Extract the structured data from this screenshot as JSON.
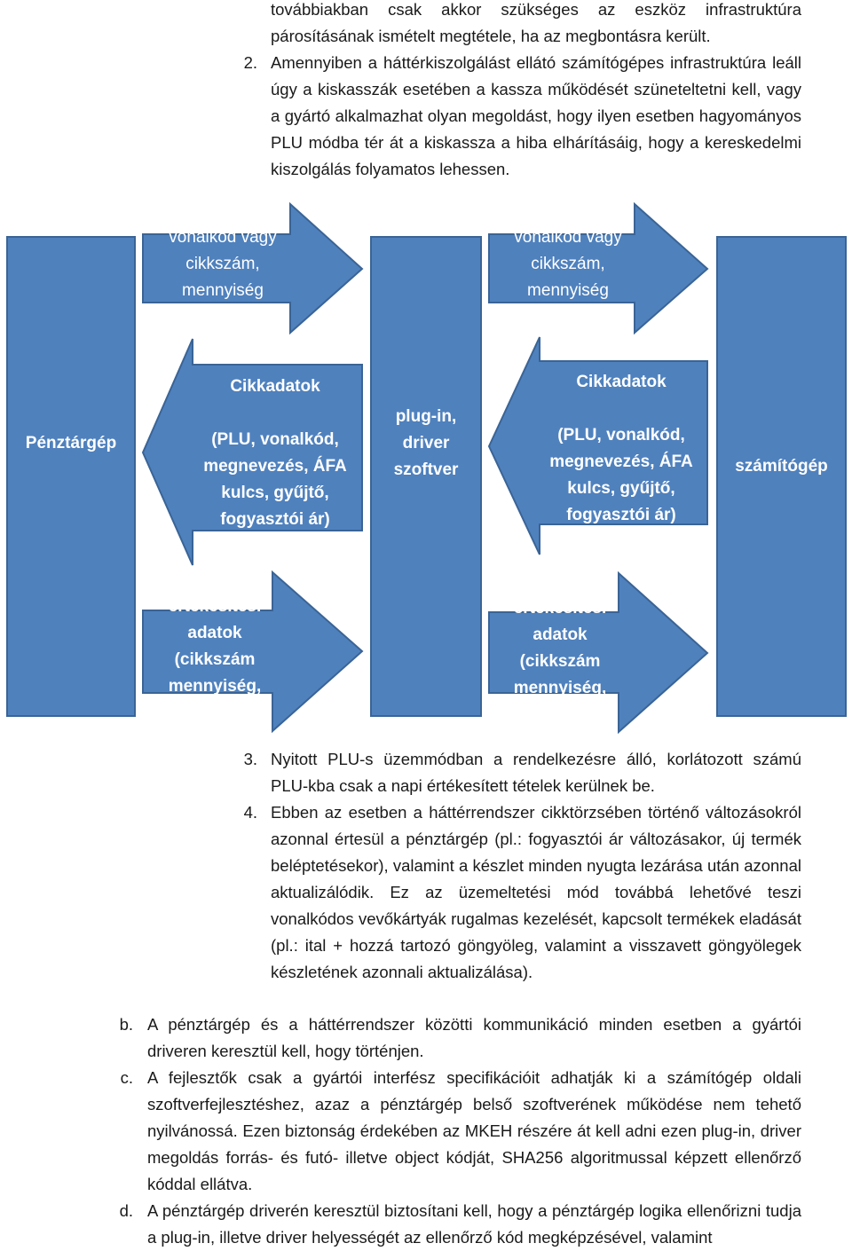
{
  "top": {
    "continuation": "továbbiakban csak akkor szükséges az eszköz infrastruktúra párosításának ismételt megtétele, ha az megbontásra került.",
    "item2_num": "2.",
    "item2_text": "Amennyiben a háttérkiszolgálást ellátó számítógépes infrastruktúra leáll úgy a kiskasszák esetében a kassza működését szüneteltetni kell, vagy a gyártó alkalmazhat olyan megoldást, hogy ilyen esetben hagyományos PLU módba tér át a kiskassza a hiba elhárításáig, hogy a kereskedelmi kiszolgálás folyamatos lehessen."
  },
  "diagram": {
    "colors": {
      "fill": "#4f81bd",
      "stroke": "#3a6496",
      "text": "#ffffff"
    },
    "left_box": "Pénztárgép",
    "middle_box": "plug-in,\ndriver\nszoftver",
    "right_box": "számítógép",
    "arrow_top": "vonalkód vagy\ncikkszám,\nmennyiség",
    "arrow_mid": "Cikkadatok\n\n(PLU, vonalkód,\nmegnevezés, ÁFA\nkulcs, gyűjtő,\nfogyasztói ár)",
    "arrow_bottom": "értékesítési\nadatok\n(cikkszám\nmennyiség,\neladási ár)"
  },
  "bottom": {
    "item3_num": "3.",
    "item3_text": "Nyitott PLU-s üzemmódban a rendelkezésre álló, korlátozott számú PLU-kba csak a napi értékesített tételek kerülnek be.",
    "item4_num": "4.",
    "item4_text": "Ebben az esetben a háttérrendszer cikktörzsében történő változásokról azonnal értesül a pénztárgép (pl.: fogyasztói ár változásakor, új termék beléptetésekor), valamint a készlet minden nyugta lezárása után azonnal aktualizálódik. Ez az üzemeltetési mód továbbá lehetővé teszi vonalkódos vevőkártyák rugalmas kezelését, kapcsolt termékek eladását (pl.: ital + hozzá tartozó göngyöleg, valamint a visszavett göngyölegek készletének azonnali aktualizálása).",
    "b_label": "b.",
    "b_text": "A pénztárgép és a háttérrendszer közötti kommunikáció minden esetben a gyártói driveren keresztül kell, hogy történjen.",
    "c_label": "c.",
    "c_text": "A fejlesztők csak a gyártói interfész specifikációit adhatják ki a számítógép oldali szoftverfejlesztéshez, azaz a pénztárgép belső szoftverének működése nem tehető nyilvánossá. Ezen biztonság érdekében az MKEH részére át kell adni ezen plug-in, driver megoldás forrás- és futó- illetve object kódját, SHA256 algoritmussal képzett ellenőrző kóddal ellátva.",
    "d_label": "d.",
    "d_text": "A pénztárgép driverén keresztül biztosítani kell, hogy a pénztárgép logika ellenőrizni tudja a plug-in, illetve driver helyességét az ellenőrző kód megképzésével, valamint"
  }
}
